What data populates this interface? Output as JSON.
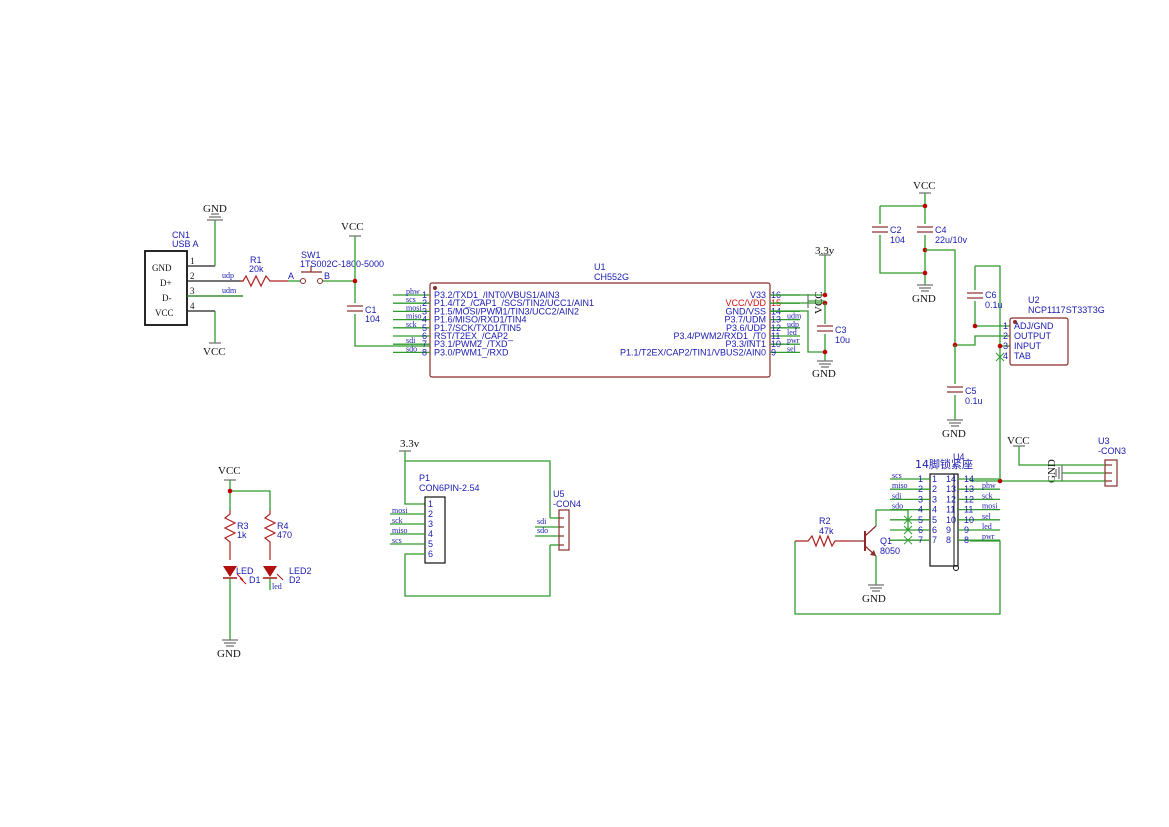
{
  "power": {
    "gnd": "GND",
    "vcc": "VCC",
    "v33": "3.3v"
  },
  "cn1": {
    "ref": "CN1",
    "value": "USB A",
    "pins": [
      "GND",
      "D+",
      "D-",
      "VCC"
    ],
    "nums": [
      "1",
      "2",
      "3",
      "4"
    ]
  },
  "r1": {
    "ref": "R1",
    "value": "20k"
  },
  "sw1": {
    "ref": "SW1",
    "value": "1TS002C-1800-5000",
    "a": "A",
    "b": "B"
  },
  "c1": {
    "ref": "C1",
    "value": "104"
  },
  "u1": {
    "ref": "U1",
    "value": "CH552G",
    "left": [
      {
        "num": "1",
        "name": "P3.2/TXD1_/INT0/VBUS1/AIN3",
        "net": "phw"
      },
      {
        "num": "2",
        "name": "P1.4/T2_/CAP1_/SCS/TIN2/UCC1/AIN1",
        "net": "scs"
      },
      {
        "num": "3",
        "name": "P1.5/MOSI/PWM1/TIN3/UCC2/AIN2",
        "net": "mosi"
      },
      {
        "num": "4",
        "name": "P1.6/MISO/RXD1/TIN4",
        "net": "miso"
      },
      {
        "num": "5",
        "name": "P1.7/SCK/TXD1/TIN5",
        "net": "sck"
      },
      {
        "num": "6",
        "name": "RST/T2EX_/CAP2_",
        "net": ""
      },
      {
        "num": "7",
        "name": "P3.1/PWM2_/TXD",
        "net": "sdi"
      },
      {
        "num": "8",
        "name": "P3.0/PWM1_/RXD",
        "net": "sdo"
      }
    ],
    "right": [
      {
        "num": "16",
        "name": "V33",
        "net": ""
      },
      {
        "num": "15",
        "name": "VCC/VDD",
        "net": ""
      },
      {
        "num": "14",
        "name": "GND/VSS",
        "net": ""
      },
      {
        "num": "13",
        "name": "P3.7/UDM",
        "net": "udm"
      },
      {
        "num": "12",
        "name": "P3.6/UDP",
        "net": "udp"
      },
      {
        "num": "11",
        "name": "P3.4/PWM2/RXD1_/T0",
        "net": "led"
      },
      {
        "num": "10",
        "name": "P3.3/INT1",
        "net": "pwr"
      },
      {
        "num": "9",
        "name": "P1.1/T2EX/CAP2/TIN1/VBUS2/AIN0",
        "net": "sel"
      }
    ]
  },
  "nets": {
    "udp": "udp",
    "udm": "udm",
    "led": "led"
  },
  "c3": {
    "ref": "C3",
    "value": "10u"
  },
  "c2": {
    "ref": "C2",
    "value": "104"
  },
  "c4": {
    "ref": "C4",
    "value": "22u/10v"
  },
  "c6": {
    "ref": "C6",
    "value": "0.1u"
  },
  "c5": {
    "ref": "C5",
    "value": "0.1u"
  },
  "u2": {
    "ref": "U2",
    "value": "NCP1117ST33T3G",
    "pins": [
      {
        "num": "1",
        "name": "ADJ/GND"
      },
      {
        "num": "2",
        "name": "OUTPUT"
      },
      {
        "num": "3",
        "name": "INPUT"
      },
      {
        "num": "4",
        "name": "TAB"
      }
    ]
  },
  "u3": {
    "ref": "U3",
    "value": "-CON3"
  },
  "r3": {
    "ref": "R3",
    "value": "1k"
  },
  "r4": {
    "ref": "R4",
    "value": "470"
  },
  "d1": {
    "ref": "D1",
    "value": "LED"
  },
  "d2": {
    "ref": "D2",
    "value": "LED2"
  },
  "p1": {
    "ref": "P1",
    "value": "CON6PIN-2.54",
    "pins": [
      {
        "num": "1",
        "net": ""
      },
      {
        "num": "2",
        "net": "mosi"
      },
      {
        "num": "3",
        "net": "sck"
      },
      {
        "num": "4",
        "net": "miso"
      },
      {
        "num": "5",
        "net": "scs"
      },
      {
        "num": "6",
        "net": ""
      }
    ]
  },
  "u5": {
    "ref": "U5",
    "value": "-CON4",
    "nets": [
      "sdi",
      "sdo"
    ]
  },
  "u4": {
    "ref": "U4",
    "value": "14脚锁紧座",
    "left": [
      {
        "num": "1",
        "net": "scs"
      },
      {
        "num": "2",
        "net": "miso"
      },
      {
        "num": "3",
        "net": "sdi"
      },
      {
        "num": "4",
        "net": "sdo"
      },
      {
        "num": "5",
        "net": ""
      },
      {
        "num": "6",
        "net": ""
      },
      {
        "num": "7",
        "net": ""
      }
    ],
    "right": [
      {
        "num": "14",
        "net": ""
      },
      {
        "num": "13",
        "net": "phw"
      },
      {
        "num": "12",
        "net": "sck"
      },
      {
        "num": "11",
        "net": "mosi"
      },
      {
        "num": "10",
        "net": "sel"
      },
      {
        "num": "9",
        "net": "led"
      },
      {
        "num": "8",
        "net": "pwr"
      }
    ],
    "inner_left": [
      "1",
      "2",
      "3",
      "4",
      "5",
      "6",
      "7"
    ],
    "inner_right": [
      "14",
      "13",
      "12",
      "11",
      "10",
      "9",
      "8"
    ]
  },
  "r2": {
    "ref": "R2",
    "value": "47k"
  },
  "q1": {
    "ref": "Q1",
    "value": "8050"
  },
  "colors": {
    "wire": "#2e9a2e",
    "body": "#8b2a2a",
    "label": "#1a1ab0",
    "junction": "#c00000"
  }
}
